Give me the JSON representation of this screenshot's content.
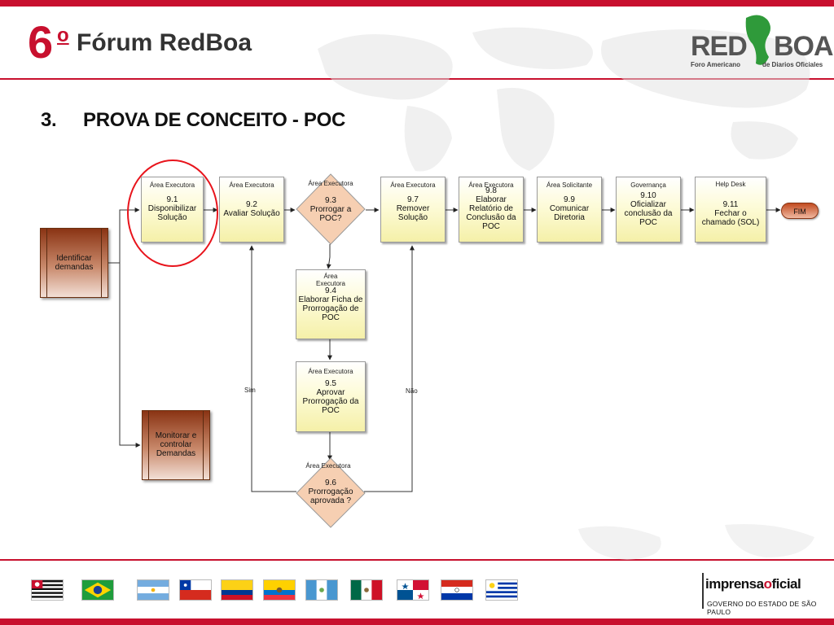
{
  "header": {
    "number": "6",
    "ordinal": "o",
    "title": "Fórum RedBoa",
    "logo": {
      "left": "RED",
      "right": "BOA",
      "sub_left": "Foro Americano",
      "sub_right": "de Diarios Oficiales"
    }
  },
  "section": {
    "number": "3.",
    "title": "PROVA DE CONCEITO - POC"
  },
  "diagram": {
    "start_boxes": [
      {
        "text": "Identificar demandas"
      },
      {
        "text": "Monitorar e controlar Demandas"
      }
    ],
    "tasks": [
      {
        "role": "Área Executora",
        "code": "9.1",
        "name": "Disponibilizar Solução"
      },
      {
        "role": "Área Executora",
        "code": "9.2",
        "name": "Avaliar Solução"
      },
      {
        "role": "Área Executora",
        "code": "9.4",
        "name": "Elaborar Ficha de Prorrogação de POC"
      },
      {
        "role": "Área Executora",
        "code": "9.5",
        "name": "Aprovar Prorrogação da POC"
      },
      {
        "role": "Área Executora",
        "code": "9.7",
        "name": "Remover Solução"
      },
      {
        "role": "Área Executora",
        "code": "9.8",
        "name": "Elaborar Relatório de Conclusão da POC"
      },
      {
        "role": "Área Solicitante",
        "code": "9.9",
        "name": "Comunicar Diretoria"
      },
      {
        "role": "Governança",
        "code": "9.10",
        "name": "Oficializar conclusão da POC"
      },
      {
        "role": "Help Desk",
        "code": "9.11",
        "name": "Fechar o chamado (SOL)"
      }
    ],
    "decisions": [
      {
        "role": "Área Executora",
        "code": "9.3",
        "name": "Prorrogar a POC?"
      },
      {
        "role": "Área Executora",
        "code": "9.6",
        "name": "Prorrogação aprovada ?"
      }
    ],
    "branch_labels": {
      "yes": "Sim",
      "no": "Não"
    },
    "end_label": "FIM",
    "highlight_color": "#e8141c"
  },
  "footer": {
    "flags": [
      "São Paulo",
      "Brasil",
      "Argentina",
      "Chile",
      "Colombia",
      "Ecuador",
      "Guatemala",
      "México",
      "Panamá",
      "Paraguay",
      "Uruguay"
    ],
    "logo_main_a": "imprensa",
    "logo_main_b": "o",
    "logo_main_c": "ficial",
    "logo_sub": "GOVERNO DO ESTADO DE SÃO PAULO"
  },
  "colors": {
    "brand_red": "#c8102e",
    "title_dark": "#333333",
    "task_fill": "#f7f3b0",
    "decision_fill": "#f6cfb2",
    "start_fill": "#b4532a",
    "logo_green": "#2f9a3a"
  }
}
